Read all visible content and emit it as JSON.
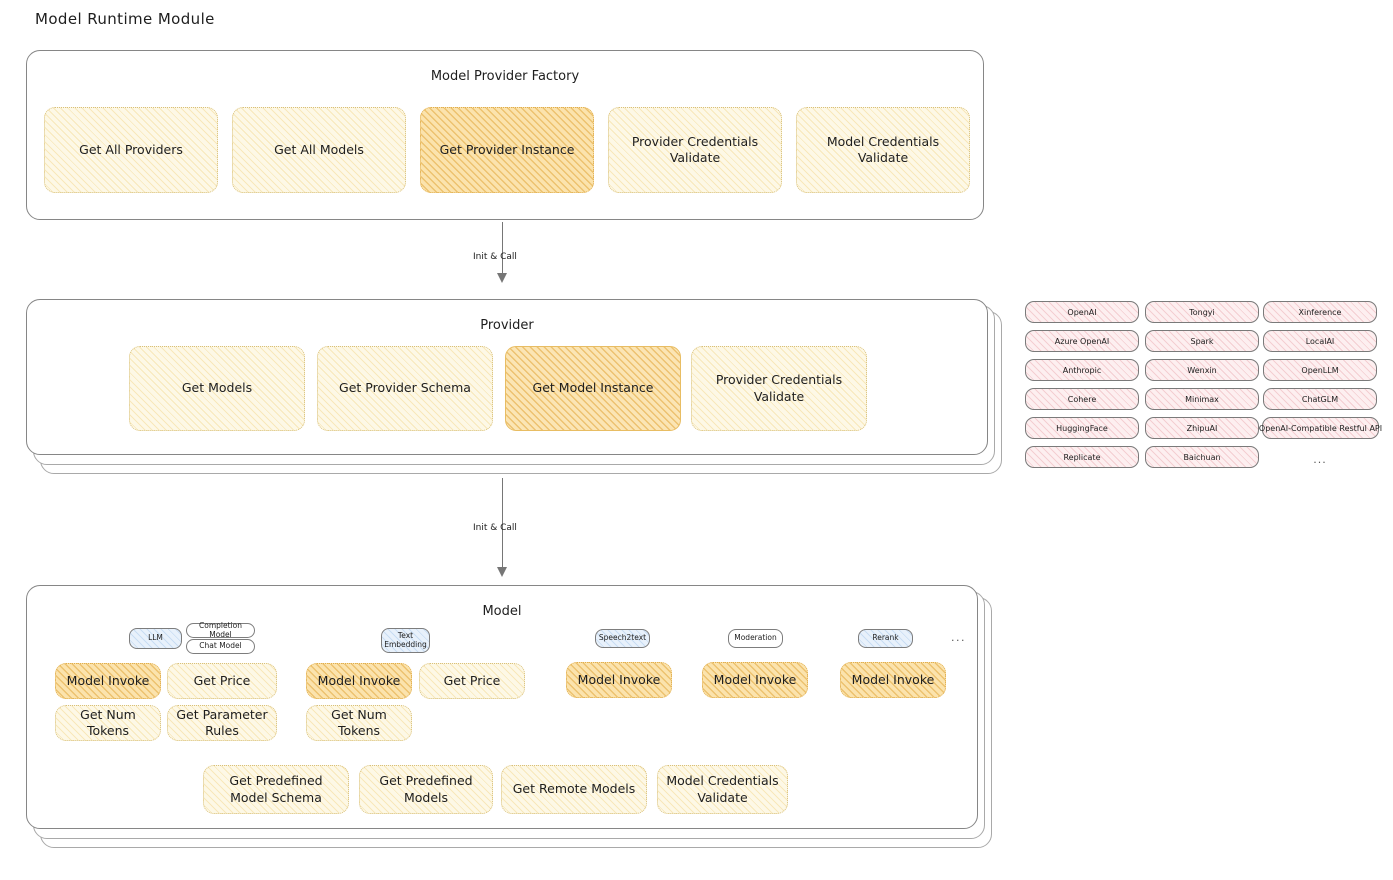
{
  "page": {
    "title": "Model Runtime Module"
  },
  "factory": {
    "title": "Model Provider Factory",
    "boxes": [
      {
        "label": "Get All Providers",
        "style": "cream"
      },
      {
        "label": "Get All Models",
        "style": "cream"
      },
      {
        "label": "Get Provider Instance",
        "style": "amber-dot"
      },
      {
        "label": "Provider Credentials Validate",
        "style": "cream"
      },
      {
        "label": "Model Credentials Validate",
        "style": "cream"
      }
    ]
  },
  "arrows": [
    {
      "label": "Init & Call"
    },
    {
      "label": "Init & Call"
    }
  ],
  "provider": {
    "title": "Provider",
    "boxes": [
      {
        "label": "Get Models",
        "style": "cream"
      },
      {
        "label": "Get Provider Schema",
        "style": "cream"
      },
      {
        "label": "Get Model Instance",
        "style": "amber"
      },
      {
        "label": "Provider Credentials Validate",
        "style": "cream"
      }
    ]
  },
  "provider_list": {
    "columns": [
      {
        "items": [
          "OpenAI",
          "Azure OpenAI",
          "Anthropic",
          "Cohere",
          "HuggingFace",
          "Replicate"
        ]
      },
      {
        "items": [
          "Tongyi",
          "Spark",
          "Wenxin",
          "Minimax",
          "ZhipuAI",
          "Baichuan"
        ]
      },
      {
        "items": [
          "Xinference",
          "LocalAI",
          "OpenLLM",
          "ChatGLM",
          "OpenAI-Compatible Restful API",
          "..."
        ]
      }
    ]
  },
  "model": {
    "title": "Model",
    "ellipsis": "...",
    "types": [
      {
        "badge": "LLM",
        "badge_style": "blue",
        "sub_badges": [
          "Completion Model",
          "Chat Model"
        ],
        "methods": [
          {
            "label": "Model Invoke",
            "style": "amber-dot"
          },
          {
            "label": "Get Price",
            "style": "cream"
          },
          {
            "label": "Get Num Tokens",
            "style": "cream"
          },
          {
            "label": "Get Parameter Rules",
            "style": "cream"
          }
        ]
      },
      {
        "badge": "Text Embedding",
        "badge_style": "blue",
        "sub_badges": [],
        "methods": [
          {
            "label": "Model Invoke",
            "style": "amber-dot"
          },
          {
            "label": "Get Price",
            "style": "cream"
          },
          {
            "label": "Get Num Tokens",
            "style": "cream"
          }
        ]
      },
      {
        "badge": "Speech2text",
        "badge_style": "blue",
        "sub_badges": [],
        "methods": [
          {
            "label": "Model Invoke",
            "style": "amber-dot"
          }
        ]
      },
      {
        "badge": "Moderation",
        "badge_style": "white",
        "sub_badges": [],
        "methods": [
          {
            "label": "Model Invoke",
            "style": "amber-dot"
          }
        ]
      },
      {
        "badge": "Rerank",
        "badge_style": "blue",
        "sub_badges": [],
        "methods": [
          {
            "label": "Model Invoke",
            "style": "amber-dot"
          }
        ]
      }
    ],
    "shared_methods": [
      {
        "label": "Get Predefined Model Schema"
      },
      {
        "label": "Get Predefined Models"
      },
      {
        "label": "Get Remote Models"
      },
      {
        "label": "Model Credentials Validate"
      }
    ]
  },
  "colors": {
    "cream_fill": "#fdf8e6",
    "amber_fill": "#fbe5b4",
    "rose_fill": "#fdeff0",
    "blue_fill": "#e8f1fb",
    "stroke": "#868686",
    "text": "#1e1e1e"
  }
}
